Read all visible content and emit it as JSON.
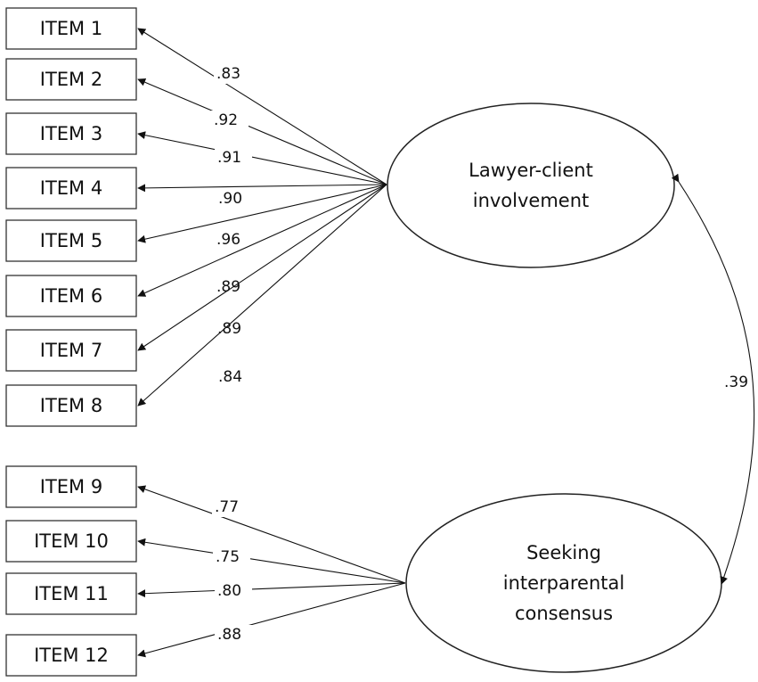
{
  "items": [
    {
      "label": "ITEM 1",
      "factor": 0,
      "loading": ".83"
    },
    {
      "label": "ITEM 2",
      "factor": 0,
      "loading": ".92"
    },
    {
      "label": "ITEM 3",
      "factor": 0,
      "loading": ".91"
    },
    {
      "label": "ITEM 4",
      "factor": 0,
      "loading": ".90"
    },
    {
      "label": "ITEM 5",
      "factor": 0,
      "loading": ".96"
    },
    {
      "label": "ITEM 6",
      "factor": 0,
      "loading": ".89"
    },
    {
      "label": "ITEM 7",
      "factor": 0,
      "loading": ".89"
    },
    {
      "label": "ITEM 8",
      "factor": 0,
      "loading": ".84"
    },
    {
      "label": "ITEM 9",
      "factor": 1,
      "loading": ".77"
    },
    {
      "label": "ITEM 10",
      "factor": 1,
      "loading": ".75"
    },
    {
      "label": "ITEM 11",
      "factor": 1,
      "loading": ".80"
    },
    {
      "label": "ITEM 12",
      "factor": 1,
      "loading": ".88"
    }
  ],
  "factors": [
    {
      "lines": [
        "Lawyer-client",
        "involvement"
      ]
    },
    {
      "lines": [
        "Seeking",
        "interparental",
        "consensus"
      ]
    }
  ],
  "covariance": {
    "value": ".39"
  }
}
